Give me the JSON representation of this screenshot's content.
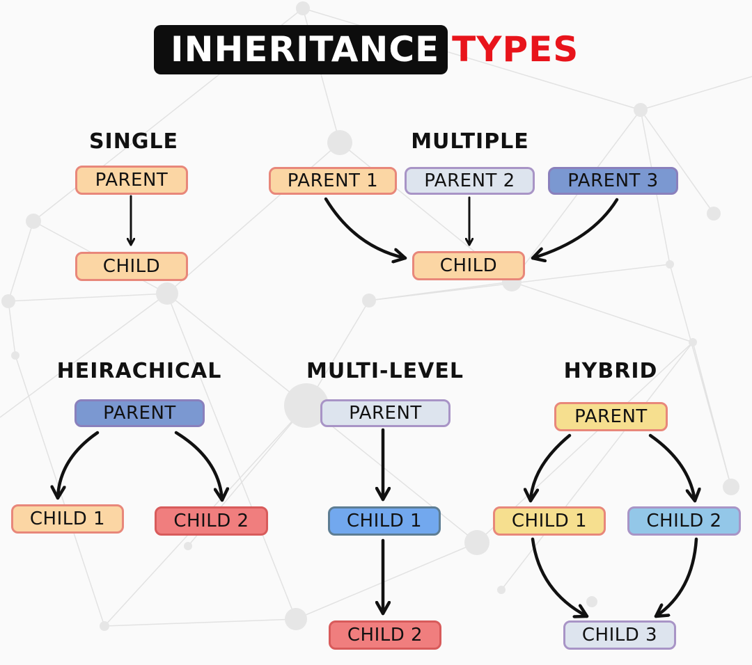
{
  "title": {
    "dark": "INHERITANCE",
    "red": "TYPES"
  },
  "colors": {
    "peach": {
      "fill": "#fbd6a4",
      "border": "#e8877a"
    },
    "lavender": {
      "fill": "#dde4ee",
      "border": "#a894c6"
    },
    "blue": {
      "fill": "#7b98d1",
      "border": "#8a80bc"
    },
    "bright_blue": {
      "fill": "#72a8ee",
      "border": "#5d7d93"
    },
    "red": {
      "fill": "#f07e7e",
      "border": "#d85b5b"
    },
    "yellow": {
      "fill": "#f6df8f",
      "border": "#e8877a"
    },
    "sky": {
      "fill": "#93c7e8",
      "border": "#a894c6"
    },
    "title_red": "#e8141b"
  },
  "sections": {
    "single": {
      "heading": "SINGLE",
      "parent": "PARENT",
      "child": "CHILD"
    },
    "multiple": {
      "heading": "MULTIPLE",
      "parent1": "PARENT 1",
      "parent2": "PARENT 2",
      "parent3": "PARENT 3",
      "child": "CHILD"
    },
    "hierarchical": {
      "heading": "HEIRACHICAL",
      "parent": "PARENT",
      "child1": "CHILD 1",
      "child2": "CHILD 2"
    },
    "multilevel": {
      "heading": "MULTI-LEVEL",
      "parent": "PARENT",
      "child1": "CHILD 1",
      "child2": "CHILD 2"
    },
    "hybrid": {
      "heading": "HYBRID",
      "parent": "PARENT",
      "child1": "CHILD 1",
      "child2": "CHILD 2",
      "child3": "CHILD 3"
    }
  }
}
